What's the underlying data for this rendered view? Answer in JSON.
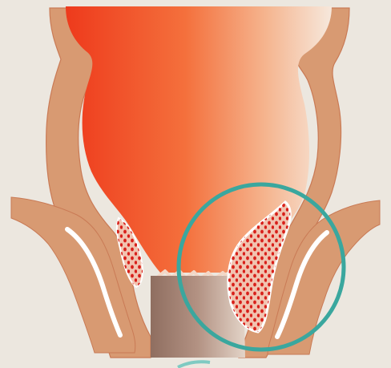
{
  "figure": {
    "colors": {
      "paper": "#ece7df",
      "tissue_fill": "#d89a72",
      "tissue_outline": "#ffffff",
      "lumen_hot": "#ee3a1c",
      "lumen_warm": "#f58a50",
      "lumen_fade": "#f6e8dc",
      "hemorrhoid_fill": "#f1c3b0",
      "hemorrhoid_spots": "#d8201a",
      "anal_canal": "#a78474",
      "highlight_ring": "#3aa79e"
    },
    "parts": [
      "rectal-wall",
      "rectal-lumen",
      "internal-hemorrhoid",
      "external-hemorrhoid",
      "anal-canal",
      "sphincter-muscle",
      "highlight-circle"
    ]
  }
}
